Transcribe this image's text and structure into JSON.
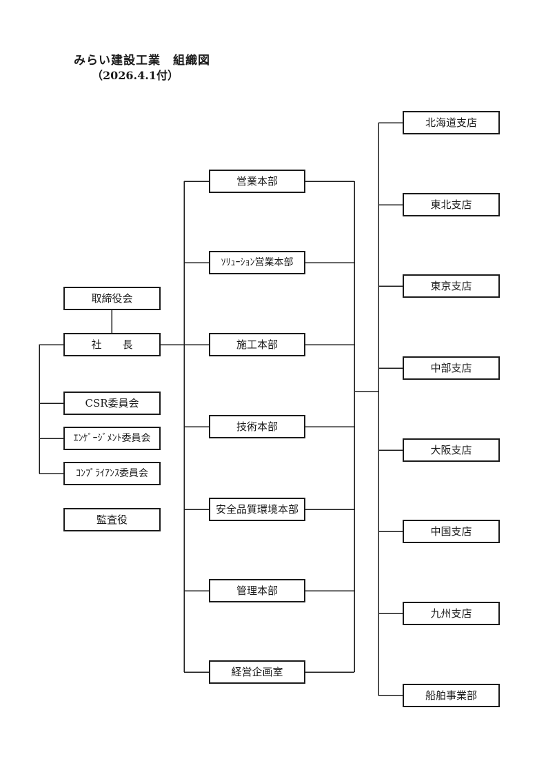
{
  "title": "みらい建設工業　組織図",
  "date_note": "（2026.4.1付）",
  "governance": {
    "board": "取締役会",
    "president": "社　　長",
    "committees": [
      "CSR委員会",
      "ｴﾝｹﾞｰｼﾞﾒﾝﾄ委員会",
      "ｺﾝﾌﾟﾗｲｱﾝｽ委員会"
    ],
    "auditor": "監査役"
  },
  "headquarters": [
    "営業本部",
    "ｿﾘｭｰｼｮﾝ営業本部",
    "施工本部",
    "技術本部",
    "安全品質環境本部",
    "管理本部",
    "経営企画室"
  ],
  "branches": [
    "北海道支店",
    "東北支店",
    "東京支店",
    "中部支店",
    "大阪支店",
    "中国支店",
    "九州支店",
    "船舶事業部"
  ],
  "style": {
    "line_color": "#1a1a1a",
    "background": "#ffffff"
  }
}
